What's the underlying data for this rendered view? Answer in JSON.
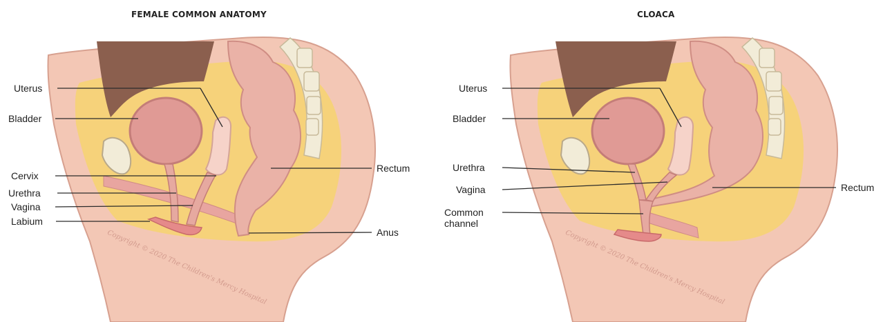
{
  "panels": {
    "left": {
      "title": "FEMALE COMMON ANATOMY",
      "labels": {
        "uterus": "Uterus",
        "bladder": "Bladder",
        "cervix": "Cervix",
        "urethra": "Urethra",
        "vagina": "Vagina",
        "labium": "Labium",
        "rectum": "Rectum",
        "anus": "Anus"
      },
      "watermark": "Copyright © 2020 The Children's Mercy Hospital"
    },
    "right": {
      "title": "CLOACA",
      "labels": {
        "uterus": "Uterus",
        "bladder": "Bladder",
        "urethra": "Urethra",
        "vagina": "Vagina",
        "common_channel": "Common channel",
        "rectum": "Rectum"
      },
      "watermark": "Copyright © 2020 The Children's Mercy Hospital"
    }
  },
  "colors": {
    "skin": "#f3c7b5",
    "fat": "#f6d27a",
    "muscle": "#e8a5a0",
    "organ": "#e6a9a0",
    "cavity": "#8b5f4e",
    "uterus": "#f6d3c9",
    "bone": "#f2ecd8"
  }
}
